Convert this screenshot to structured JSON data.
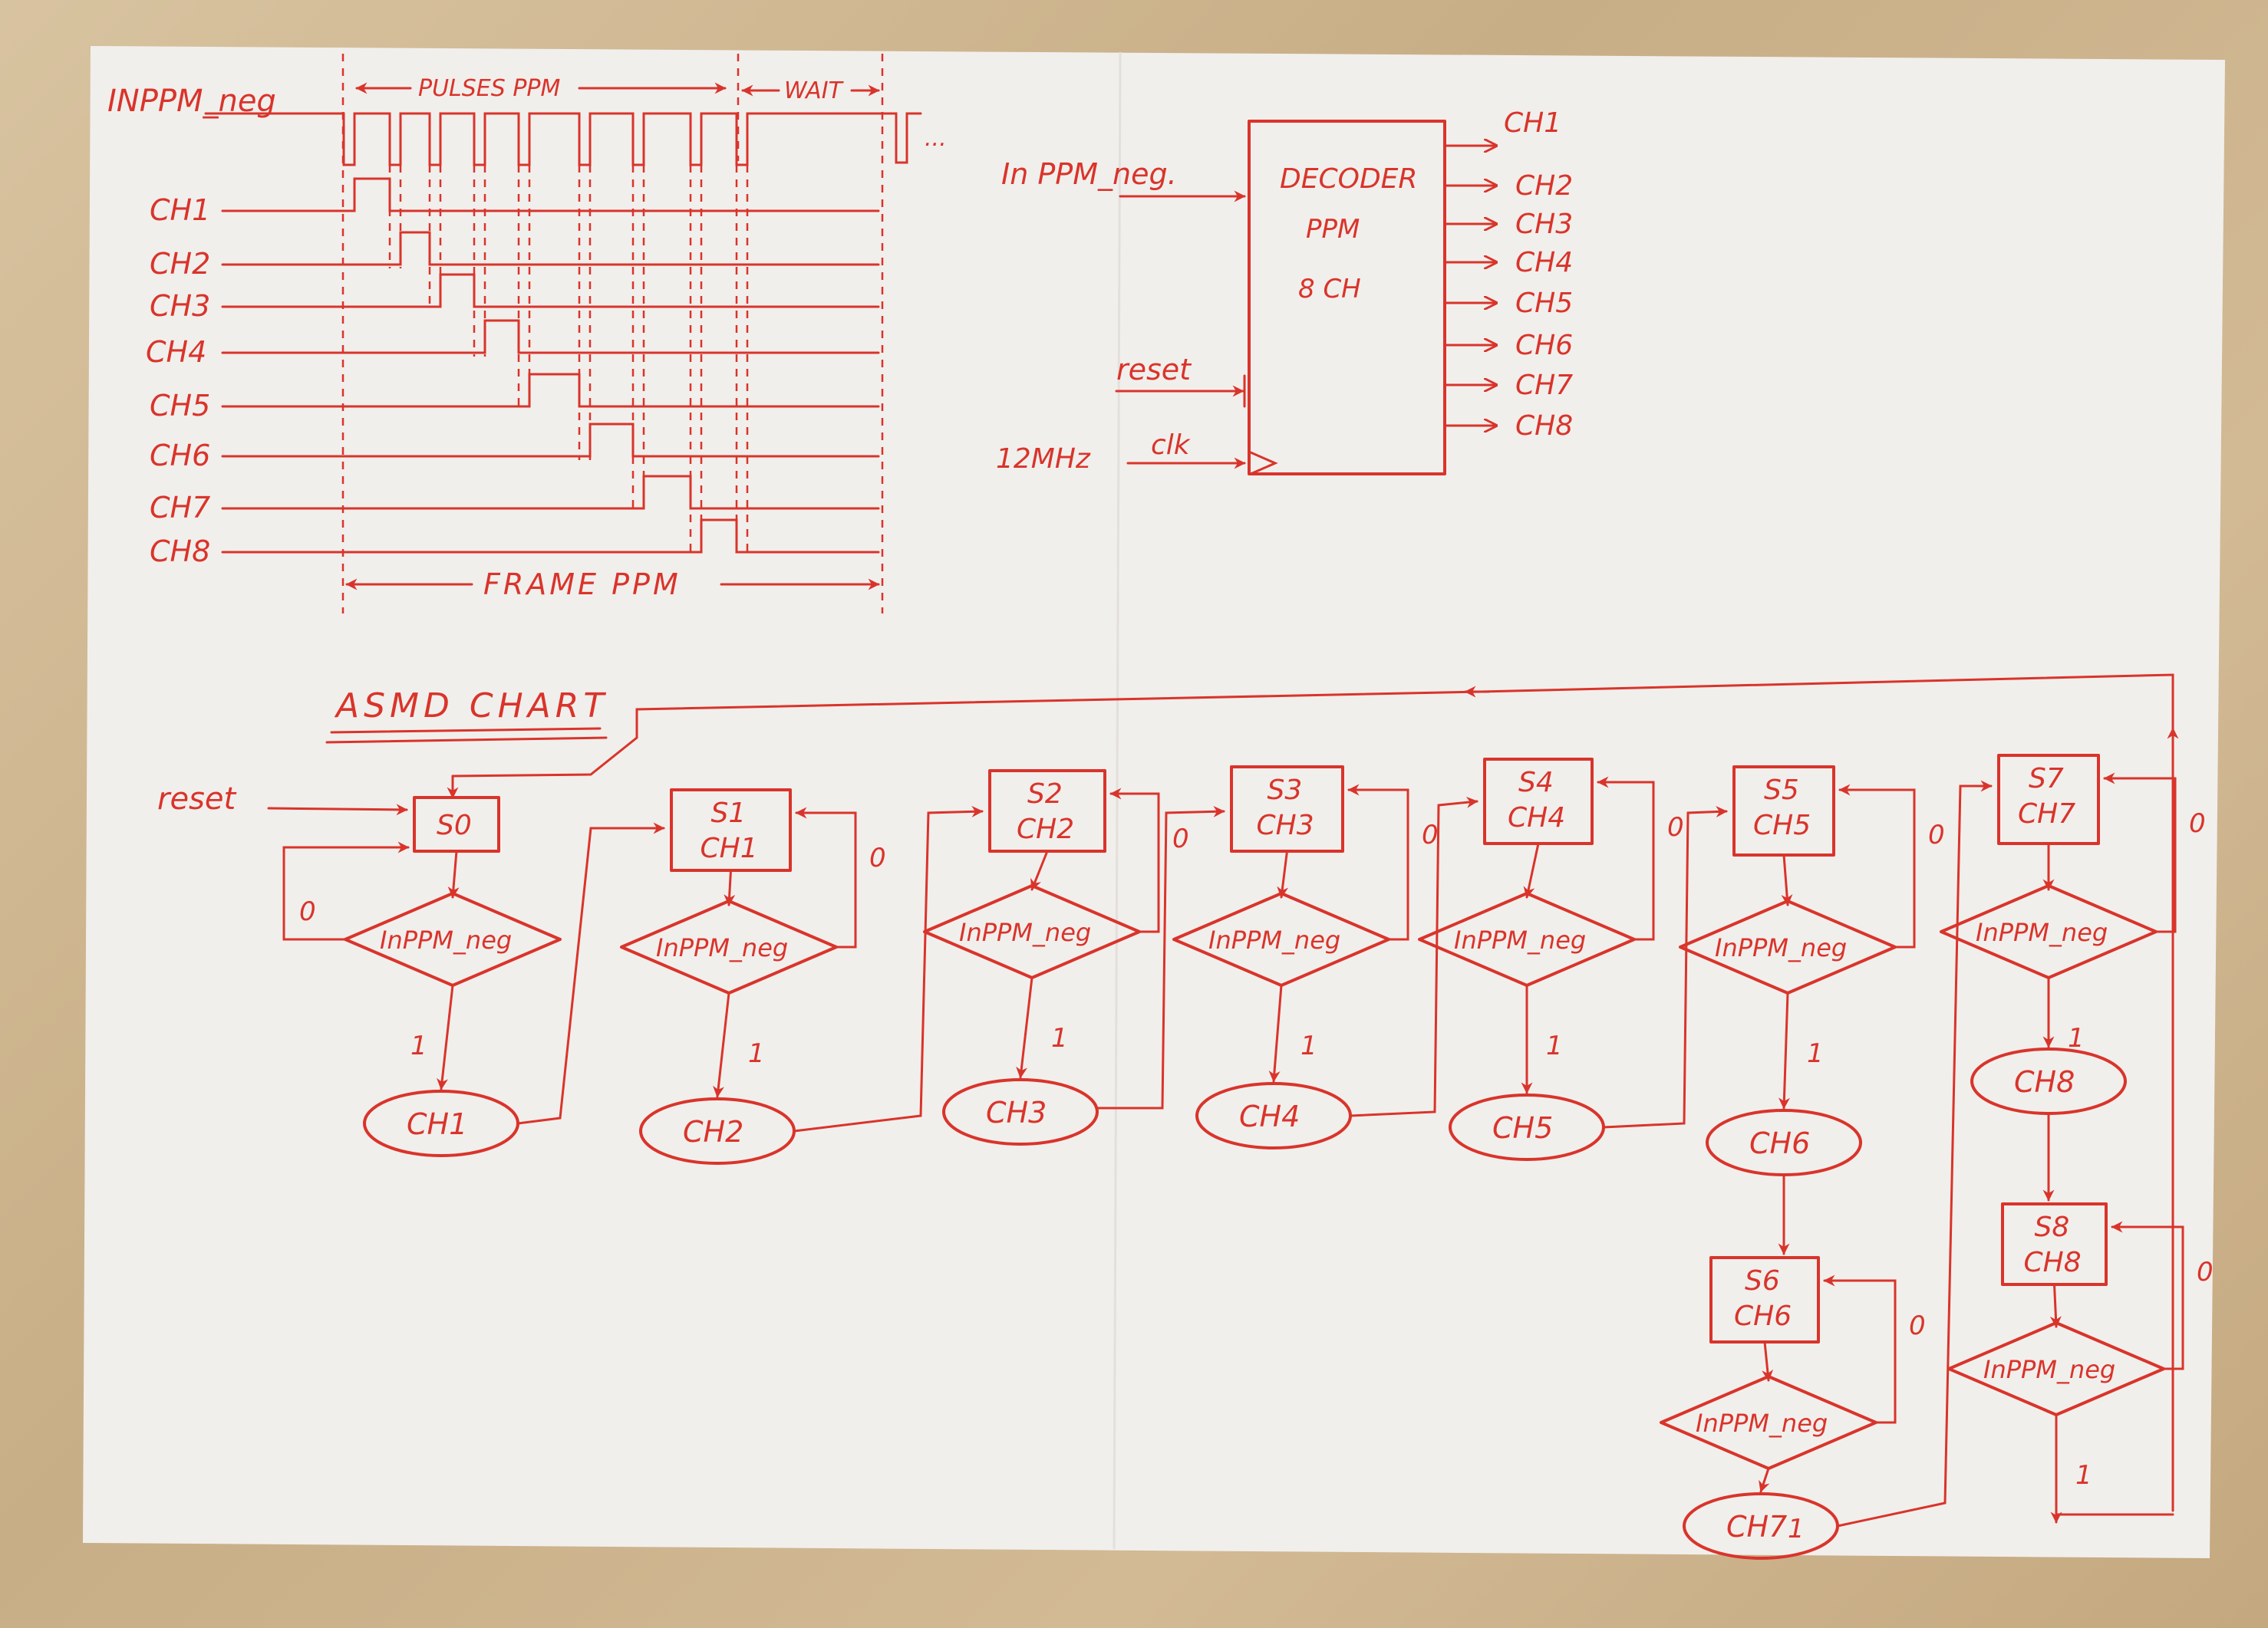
{
  "colors": {
    "ink": "#d9342b",
    "paper": "#f0eeeb",
    "table": "#cdb48d"
  },
  "timing": {
    "input_label": "INPPM_neg",
    "pulses_label": "PULSES PPM",
    "wait_label": "WAIT",
    "frame_label": "FRAME PPM",
    "channels": [
      "CH1",
      "CH2",
      "CH3",
      "CH4",
      "CH5",
      "CH6",
      "CH7",
      "CH8"
    ]
  },
  "decoder": {
    "title_lines": [
      "DECODER",
      "PPM",
      "8 CH"
    ],
    "inputs": {
      "ppm": "In PPM_neg.",
      "reset": "reset",
      "clock": "clk",
      "freq": "12MHz"
    },
    "outputs": [
      "CH1",
      "CH2",
      "CH3",
      "CH4",
      "CH5",
      "CH6",
      "CH7",
      "CH8"
    ]
  },
  "asmd": {
    "title": "ASMD CHART",
    "reset_label": "reset",
    "decision_label": "InPPM_neg",
    "zero": "0",
    "one": "1",
    "states": [
      {
        "name": "S0",
        "out": ""
      },
      {
        "name": "S1",
        "out": "CH1"
      },
      {
        "name": "S2",
        "out": "CH2"
      },
      {
        "name": "S3",
        "out": "CH3"
      },
      {
        "name": "S4",
        "out": "CH4"
      },
      {
        "name": "S5",
        "out": "CH5"
      },
      {
        "name": "S6",
        "out": "CH6"
      },
      {
        "name": "S7",
        "out": "CH7"
      },
      {
        "name": "S8",
        "out": "CH8"
      }
    ],
    "conditional_outputs": [
      "CH1",
      "CH2",
      "CH3",
      "CH4",
      "CH5",
      "CH6",
      "CH7",
      "CH8"
    ]
  }
}
